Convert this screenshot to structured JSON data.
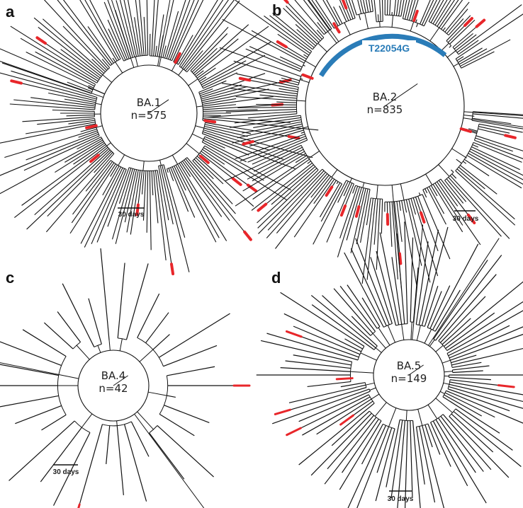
{
  "colors": {
    "branch": "#111111",
    "highlight": "#e8262a",
    "mutation": "#2a7cb8",
    "background": "#ffffff"
  },
  "panels": [
    {
      "letter": "a",
      "lineage": "BA.1",
      "count": "n=575",
      "scale": "30 days",
      "density": "dense",
      "tips": 190,
      "highlighted_tips": 18
    },
    {
      "letter": "b",
      "lineage": "BA.2",
      "count": "n=835",
      "scale": "30 days",
      "density": "dense",
      "tips": 230,
      "highlighted_tips": 24,
      "mutation": "T22054G"
    },
    {
      "letter": "c",
      "lineage": "BA.4",
      "count": "n=42",
      "scale": "30 days",
      "density": "sparse",
      "tips": 34,
      "highlighted_tips": 2
    },
    {
      "letter": "d",
      "lineage": "BA.5",
      "count": "n=149",
      "scale": "30 days",
      "density": "sparse",
      "tips": 110,
      "highlighted_tips": 6
    }
  ]
}
